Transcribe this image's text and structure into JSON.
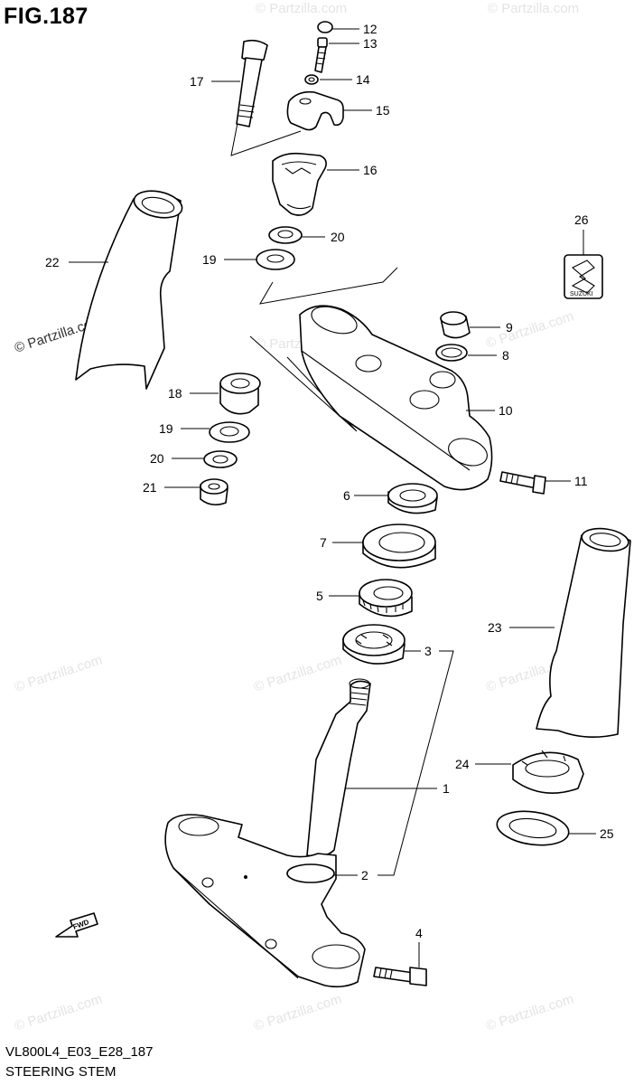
{
  "figure": {
    "title": "FIG.187",
    "model_code": "VL800L4_E03_E28_187",
    "section_title": "STEERING STEM"
  },
  "watermark": {
    "text": "© Partzilla.com"
  },
  "callouts": {
    "c1": "1",
    "c2": "2",
    "c3": "3",
    "c4": "4",
    "c5": "5",
    "c6": "6",
    "c7": "7",
    "c8": "8",
    "c9": "9",
    "c10": "10",
    "c11": "11",
    "c12": "12",
    "c13": "13",
    "c14": "14",
    "c15": "15",
    "c16": "16",
    "c17": "17",
    "c18": "18",
    "c19a": "19",
    "c19b": "19",
    "c20a": "20",
    "c20b": "20",
    "c21": "21",
    "c22": "22",
    "c23": "23",
    "c24": "24",
    "c25": "25",
    "c26": "26"
  },
  "labels": {
    "fwd": "FWD",
    "emblem_text": "SUZUKI"
  },
  "colors": {
    "line": "#000000",
    "background": "#ffffff",
    "watermark": "#e4e4e4"
  }
}
